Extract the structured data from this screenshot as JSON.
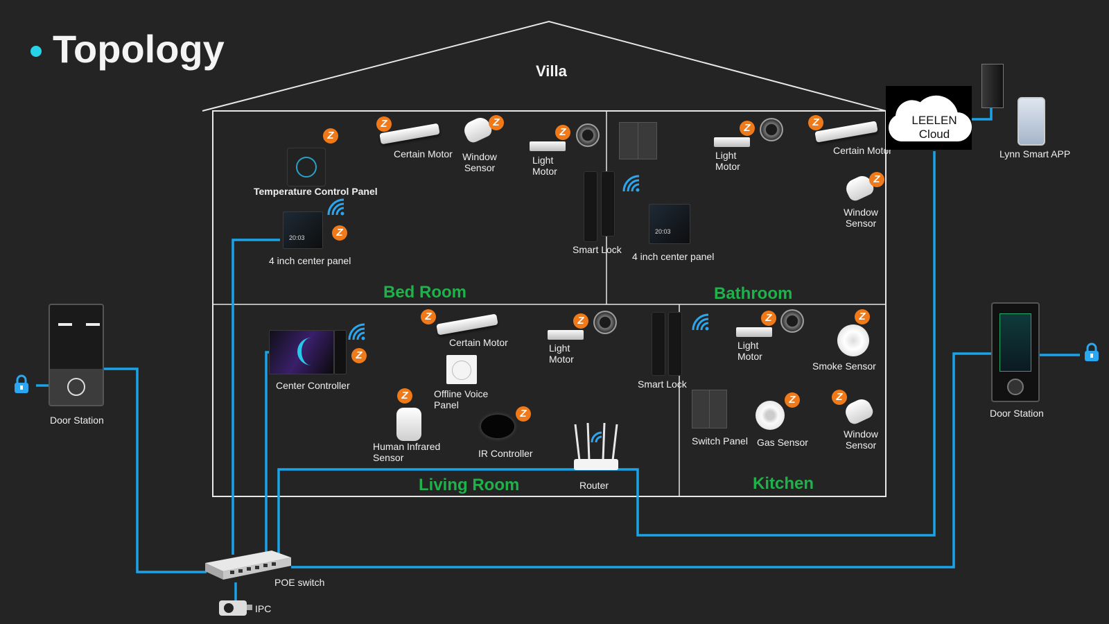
{
  "title": "Topology",
  "villa": "Villa",
  "rooms": {
    "bed_room": "Bed Room",
    "bathroom": "Bathroom",
    "living_room": "Living Room",
    "kitchen": "Kitchen"
  },
  "cloud": {
    "line1": "LEELEN",
    "line2": "Cloud"
  },
  "external": {
    "app": "Lynn Smart APP",
    "door_station_left": "Door Station",
    "door_station_right": "Door Station",
    "poe_switch": "POE switch",
    "ipc": "IPC",
    "router": "Router"
  },
  "bed_room_devices": {
    "temp_panel": "Temperature Control Panel",
    "center_panel": "4 inch center panel",
    "certain_motor": "Certain Motor",
    "window_sensor_1": "Window",
    "window_sensor_2": "Sensor",
    "light_motor_1": "Light",
    "light_motor_2": "Motor",
    "smart_lock": "Smart Lock"
  },
  "bathroom_devices": {
    "center_panel": "4 inch center panel",
    "light_motor_1": "Light",
    "light_motor_2": "Motor",
    "certain_motor": "Certain Motor",
    "window_sensor_1": "Window",
    "window_sensor_2": "Sensor"
  },
  "living_room_devices": {
    "center_controller": "Center Controller",
    "certain_motor": "Certain Motor",
    "offline_voice_1": "Offline Voice",
    "offline_voice_2": "Panel",
    "human_ir_1": "Human Infrared",
    "human_ir_2": "Sensor",
    "ir_controller": "IR Controller",
    "light_motor_1": "Light",
    "light_motor_2": "Motor",
    "smart_lock": "Smart Lock"
  },
  "kitchen_devices": {
    "light_motor_1": "Light",
    "light_motor_2": "Motor",
    "smoke_sensor": "Smoke Sensor",
    "switch_panel": "Switch Panel",
    "gas_sensor": "Gas Sensor",
    "window_sensor_1": "Window",
    "window_sensor_2": "Sensor"
  },
  "icons": {
    "zigbee": "zigbee-icon",
    "wifi": "wifi-icon",
    "lock": "padlock-icon"
  },
  "colors": {
    "background": "#242424",
    "wire": "#1aa3e8",
    "room_label": "#1fb24a",
    "zigbee": "#f07a1a",
    "title_dot": "#27d3e6"
  }
}
